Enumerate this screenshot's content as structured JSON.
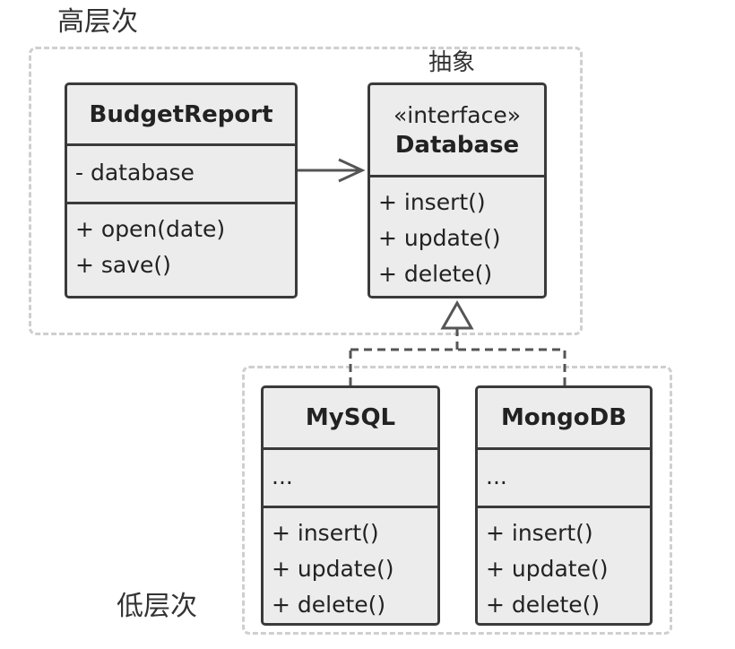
{
  "regions": {
    "high_level_label": "高层次",
    "low_level_label": "低层次",
    "abstraction_label": "抽象"
  },
  "classes": {
    "budget_report": {
      "name": "BudgetReport",
      "fields": [
        "- database"
      ],
      "methods": [
        "+ open(date)",
        "+ save()"
      ]
    },
    "database": {
      "stereotype": "«interface»",
      "name": "Database",
      "methods": [
        "+ insert()",
        "+ update()",
        "+ delete()"
      ]
    },
    "mysql": {
      "name": "MySQL",
      "fields": [
        "..."
      ],
      "methods": [
        "+ insert()",
        "+ update()",
        "+ delete()"
      ]
    },
    "mongodb": {
      "name": "MongoDB",
      "fields": [
        "..."
      ],
      "methods": [
        "+ insert()",
        "+ update()",
        "+ delete()"
      ]
    }
  },
  "colors": {
    "box_fill": "#ececec",
    "box_border": "#3a3a3a",
    "region_border": "#cfcfcf",
    "arrow": "#555555"
  }
}
